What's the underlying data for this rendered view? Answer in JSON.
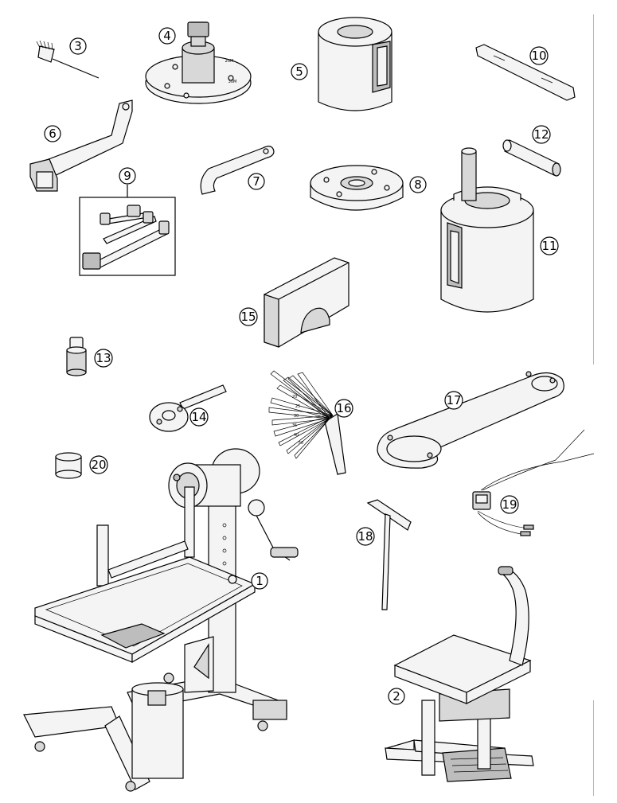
{
  "figure": {
    "callouts": [
      {
        "id": "c1",
        "label": "1"
      },
      {
        "id": "c2",
        "label": "2"
      },
      {
        "id": "c3",
        "label": "3"
      },
      {
        "id": "c4",
        "label": "4"
      },
      {
        "id": "c5",
        "label": "5"
      },
      {
        "id": "c6",
        "label": "6"
      },
      {
        "id": "c7",
        "label": "7"
      },
      {
        "id": "c8",
        "label": "8"
      },
      {
        "id": "c9",
        "label": "9"
      },
      {
        "id": "c10",
        "label": "10"
      },
      {
        "id": "c11",
        "label": "11"
      },
      {
        "id": "c12",
        "label": "12"
      },
      {
        "id": "c13",
        "label": "13"
      },
      {
        "id": "c14",
        "label": "14"
      },
      {
        "id": "c15",
        "label": "15"
      },
      {
        "id": "c16",
        "label": "16"
      },
      {
        "id": "c17",
        "label": "17"
      },
      {
        "id": "c18",
        "label": "18"
      },
      {
        "id": "c19",
        "label": "19"
      },
      {
        "id": "c20",
        "label": "20"
      }
    ],
    "gauge_marks": [
      "20",
      "25",
      "30",
      "35",
      "40",
      "50"
    ]
  }
}
